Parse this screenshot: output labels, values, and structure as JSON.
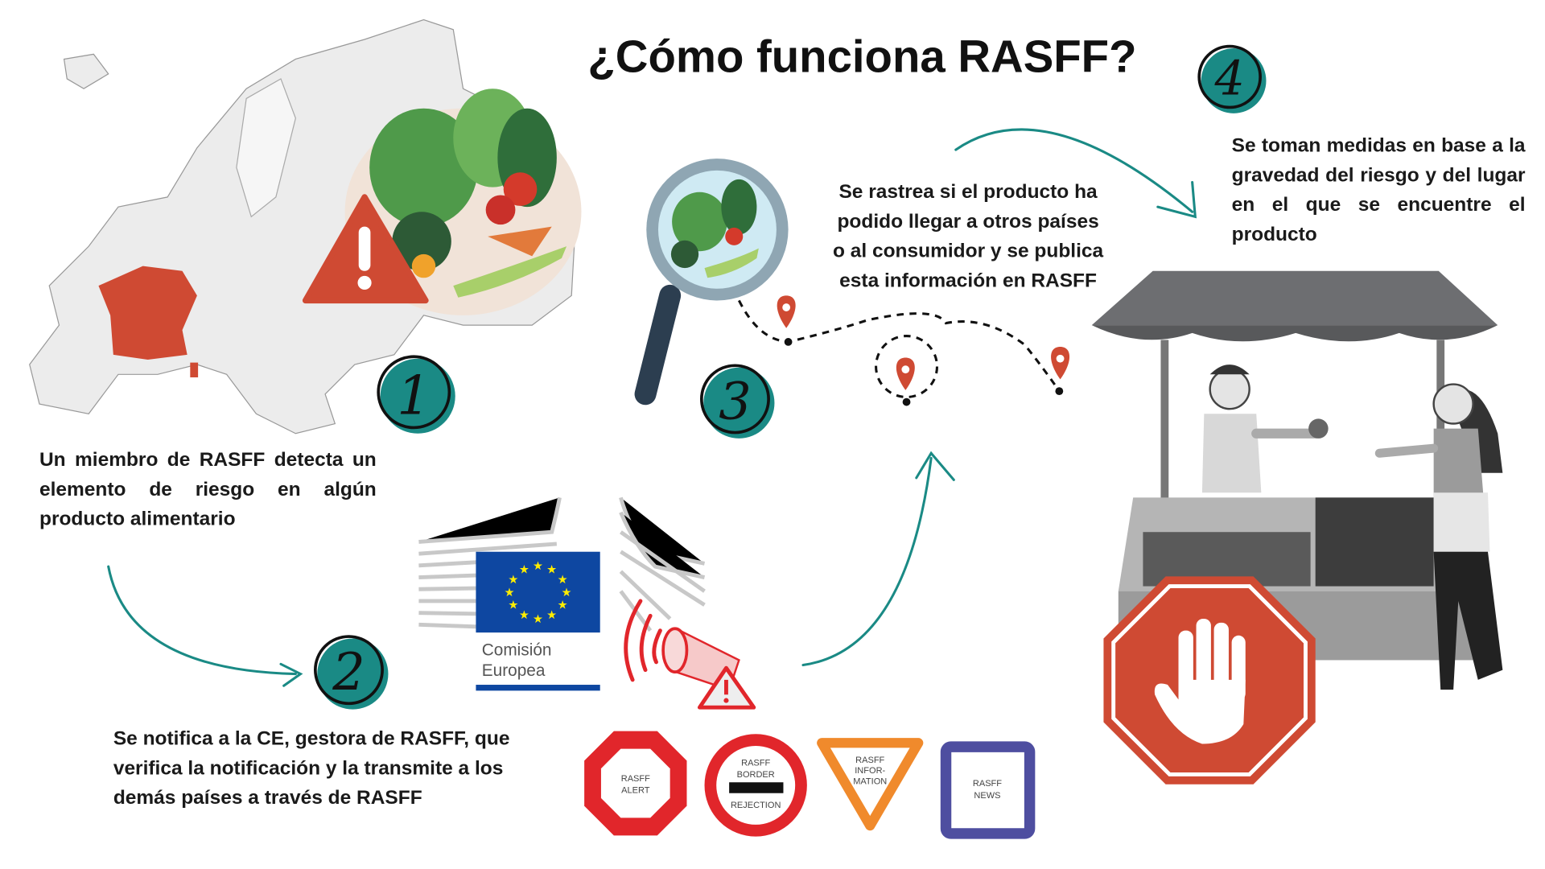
{
  "title": "¿Cómo funciona RASFF?",
  "steps": [
    {
      "number": "1",
      "text": "Un miembro de RASFF detecta un elemento de riesgo en algún producto alimentario"
    },
    {
      "number": "2",
      "text": "Se notifica a la CE, gestora de RASFF, que verifica la notificación y la transmite a los demás países a través de RASFF"
    },
    {
      "number": "3",
      "lines": [
        "Se rastrea si el producto ha",
        "podido llegar a otros países",
        "o al consumidor y se publica",
        "esta información en RASFF"
      ]
    },
    {
      "number": "4",
      "text": "Se toman medidas en base a la gravedad del riesgo y del lugar en el que se encuentre el producto"
    }
  ],
  "ec_logo": {
    "line1": "Comisión",
    "line2": "Europea"
  },
  "signs": [
    {
      "type": "alert",
      "lines": [
        "RASFF",
        "ALERT"
      ],
      "color": "#e1262b"
    },
    {
      "type": "border-rejection",
      "lines": [
        "RASFF",
        "BORDER",
        "REJECTION"
      ],
      "color": "#e1262b"
    },
    {
      "type": "information",
      "lines": [
        "RASFF",
        "INFOR-",
        "MATION"
      ],
      "color": "#f08a2c"
    },
    {
      "type": "news",
      "lines": [
        "RASFF",
        "NEWS"
      ],
      "color": "#4e4ea0"
    }
  ],
  "colors": {
    "teal": "#1a8a85",
    "red": "#cf4a33",
    "eu_blue": "#0e47a1",
    "eu_star": "#ffed00"
  }
}
